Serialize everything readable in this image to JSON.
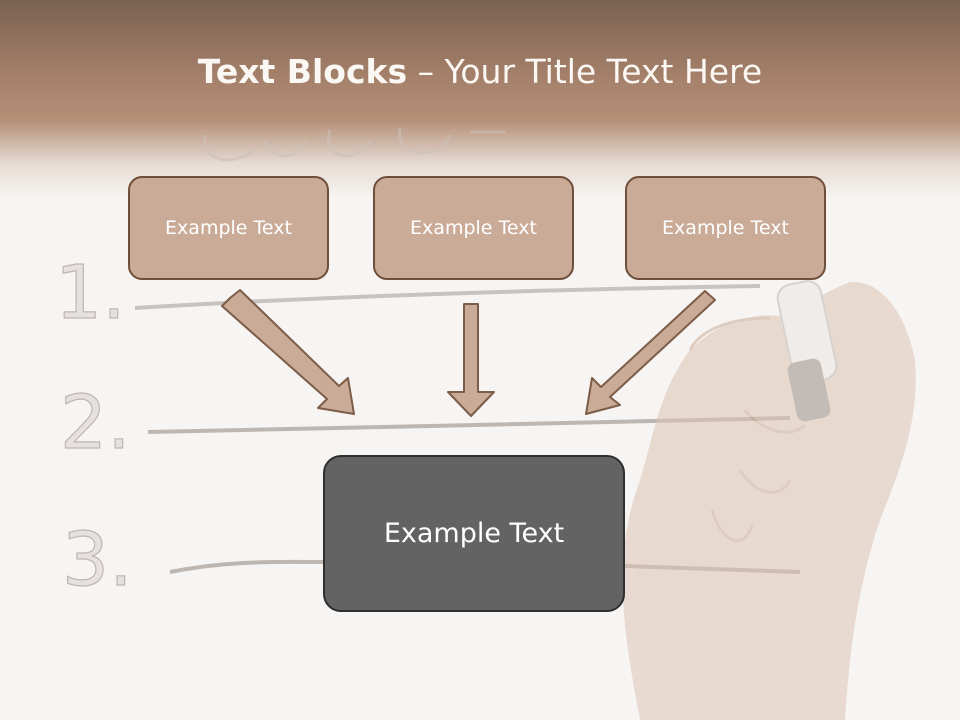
{
  "slide": {
    "title_bold": "Text Blocks",
    "title_sep": " – ",
    "title_rest": "Your Title Text Here"
  },
  "blocks": {
    "top": [
      {
        "label": "Example Text"
      },
      {
        "label": "Example Text"
      },
      {
        "label": "Example Text"
      }
    ],
    "main": {
      "label": "Example Text"
    }
  },
  "background": {
    "handwriting": [
      "1.",
      "2.",
      "3."
    ]
  },
  "colors": {
    "banner": "#a4806a",
    "box_fill": "#c9ab98",
    "box_border": "#6f4e3a",
    "main_fill": "#636363",
    "arrow_fill": "#c9ab98",
    "arrow_stroke": "#7d5c48"
  },
  "icons": {
    "arrow": "down-arrow-icon",
    "hand": "hand-holding-marker-image"
  }
}
